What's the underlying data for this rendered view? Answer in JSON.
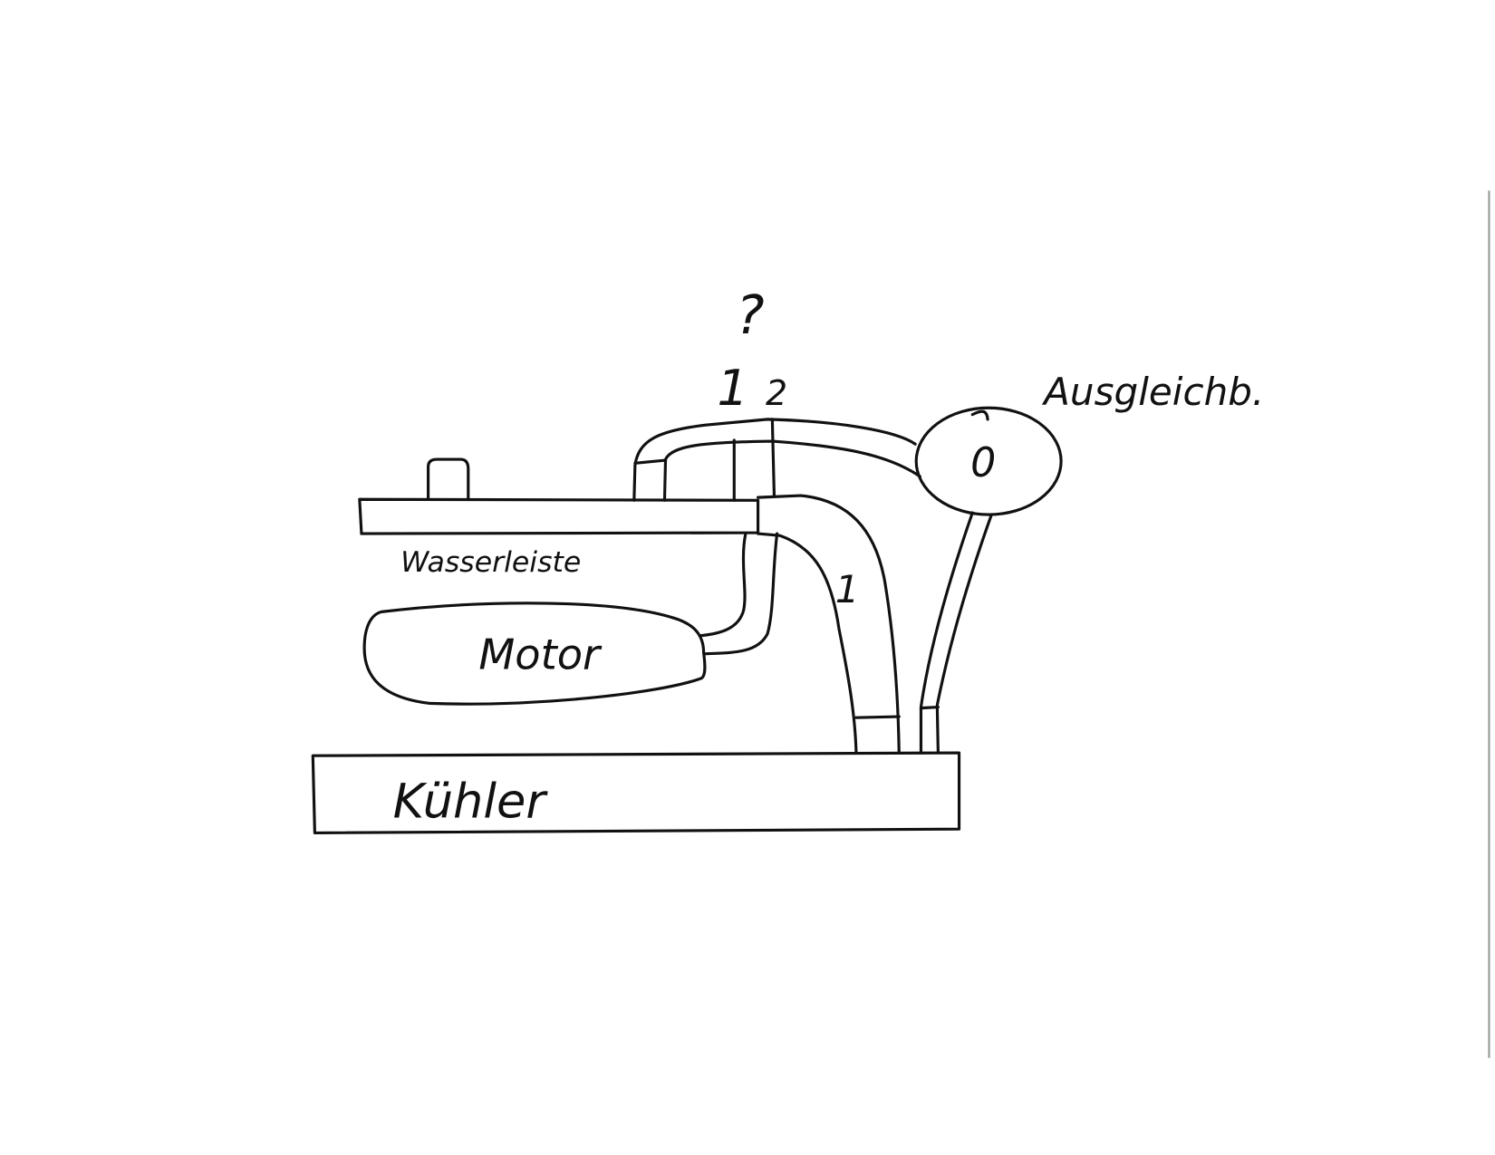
{
  "diagram": {
    "components": {
      "radiator": "Kühler",
      "water_rail": "Wasserleiste",
      "engine": "Motor",
      "expansion_tank": "Ausgleichb.",
      "tank_cap_mark": "0"
    },
    "hose_labels": {
      "hose_1_lower": "1",
      "hose_1_upper": "1",
      "hose_2_upper": "2",
      "question_mark": "?"
    },
    "colors": {
      "ink": "#111111",
      "paper": "#ffffff"
    }
  }
}
